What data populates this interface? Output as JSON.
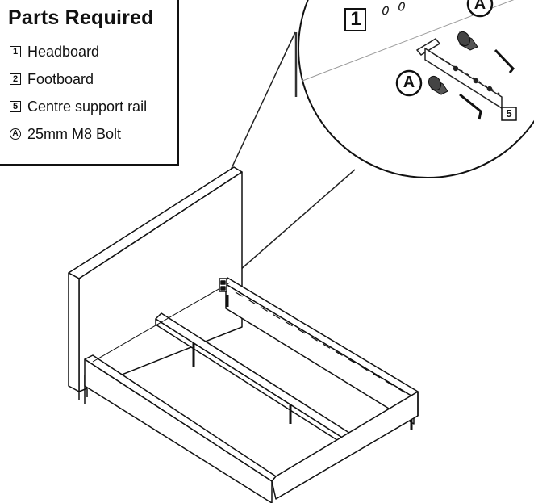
{
  "parts": {
    "title": "Parts Required",
    "items": [
      {
        "marker": "1",
        "shape": "square",
        "label": "Headboard"
      },
      {
        "marker": "2",
        "shape": "square",
        "label": "Footboard"
      },
      {
        "marker": "5",
        "shape": "square",
        "label": "Centre support rail"
      },
      {
        "marker": "A",
        "shape": "circle",
        "label": "25mm M8 Bolt"
      }
    ]
  },
  "callout": {
    "part_number": "1",
    "bolt_letter_top": "A",
    "bolt_letter_left": "A",
    "rail_number": "5"
  }
}
